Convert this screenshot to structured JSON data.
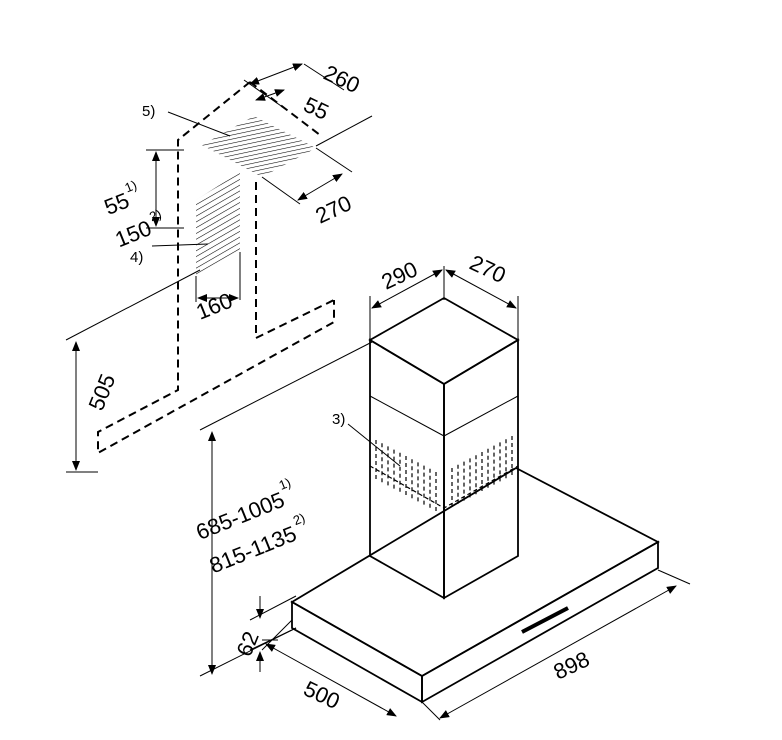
{
  "dimensions": {
    "duct_width_top": "260",
    "duct_offset_top": "55",
    "duct_depth_right": "270",
    "duct_vertical_1": "55",
    "duct_vertical_1_note": "1)",
    "duct_vertical_2": "150",
    "duct_vertical_2_note": "2)",
    "outlet_width": "160",
    "wall_height": "505",
    "chimney_width": "290",
    "chimney_depth": "270",
    "total_height_1": "685-1005",
    "total_height_1_note": "1)",
    "total_height_2": "815-1135",
    "total_height_2_note": "2)",
    "canopy_thickness": "62",
    "canopy_depth": "500",
    "canopy_width": "898"
  },
  "callouts": {
    "ceiling_outlet": "5)",
    "wall_outlet": "4)",
    "chimney_vents": "3)"
  }
}
